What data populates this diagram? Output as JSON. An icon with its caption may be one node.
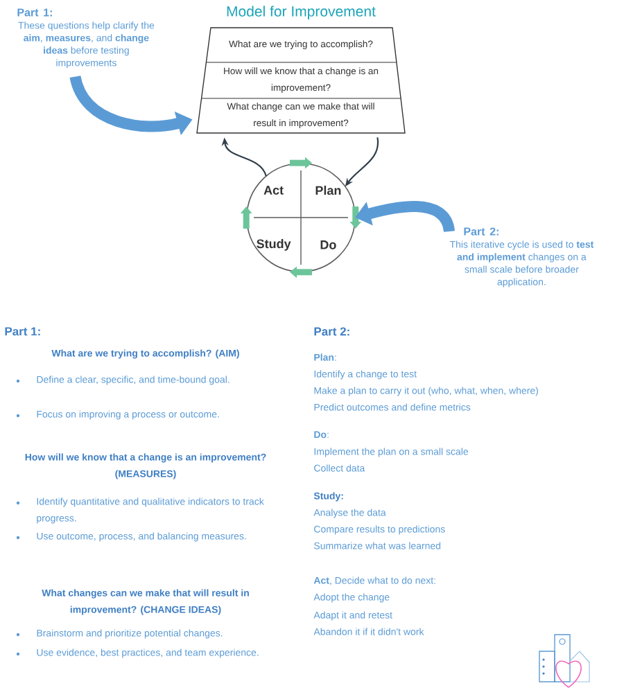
{
  "diagram": {
    "title": "Model for Improvement",
    "nodes": [
      {
        "text": [
          "Part 1:",
          "These questions help clarify the **aim**, **measures**, and **change ideas** before testing improvements"
        ]
      },
      {
        "text": [],
        "shape": "trapezoid"
      },
      {
        "text": [
          "What are we trying to accomplish?"
        ],
        "in": 1
      },
      {
        "text": [
          "How will we know that a change is an improvement?"
        ],
        "in": 1
      },
      {
        "text": [
          "What change can we make that will result in improvement?"
        ],
        "in": 1
      },
      {
        "text": [],
        "shape": "circle"
      },
      {
        "text": [
          "Act"
        ],
        "in": 5
      },
      {
        "text": [
          "Plan"
        ],
        "in": 5
      },
      {
        "text": [
          "Study"
        ],
        "in": 5
      },
      {
        "text": [
          "Do"
        ],
        "in": 5
      },
      {
        "text": [
          "Part 2:",
          "This iterative cycle is used to **test and implement** changes on a small scale before broader application."
        ]
      }
    ],
    "edges": [
      {
        "from": 0,
        "to": 1,
        "arrow": "to",
        "color": "#5b9bd5"
      },
      {
        "from": 5,
        "to": 1,
        "arrow": "to",
        "color": "#2f3e4a"
      },
      {
        "from": 1,
        "to": 5,
        "arrow": "to",
        "color": "#2f3e4a"
      },
      {
        "from": 6,
        "to": 7,
        "arrow": "to",
        "color": "#6cc59a"
      },
      {
        "from": 7,
        "to": 9,
        "arrow": "to",
        "color": "#6cc59a"
      },
      {
        "from": 9,
        "to": 8,
        "arrow": "to",
        "color": "#6cc59a"
      },
      {
        "from": 8,
        "to": 6,
        "arrow": "to",
        "color": "#6cc59a"
      },
      {
        "from": 10,
        "to": 5,
        "arrow": "to",
        "color": "#5b9bd5"
      }
    ],
    "labels": [
      "Part 1:",
      "What are we trying to accomplish? (AIM)",
      "Define a clear, specific, and time-bound goal.",
      "Focus on improving a process or outcome.",
      "How will we know that a change is an improvement? (MEASURES)",
      "Identify quantitative and qualitative indicators to track progress.",
      "Use outcome, process, and balancing measures.",
      "What changes can we make that will result in improvement? (CHANGE IDEAS)",
      "Brainstorm and prioritize potential changes.",
      "Use evidence, best practices, and team experience.",
      "Part 2:",
      "**Plan**:",
      "Identify a change to test",
      "Make a plan to carry it out (who, what, when, where)",
      "Predict outcomes and define metrics",
      "**Do**:",
      "Implement the plan on a small scale",
      "Collect data",
      "Study:",
      "Analyse the data",
      "Compare results to predictions",
      "Summarize what was learned",
      "**Act**, Decide what to do next:",
      "Adopt the change",
      "Adapt it and retest",
      "Abandon it if it didn't work"
    ]
  }
}
